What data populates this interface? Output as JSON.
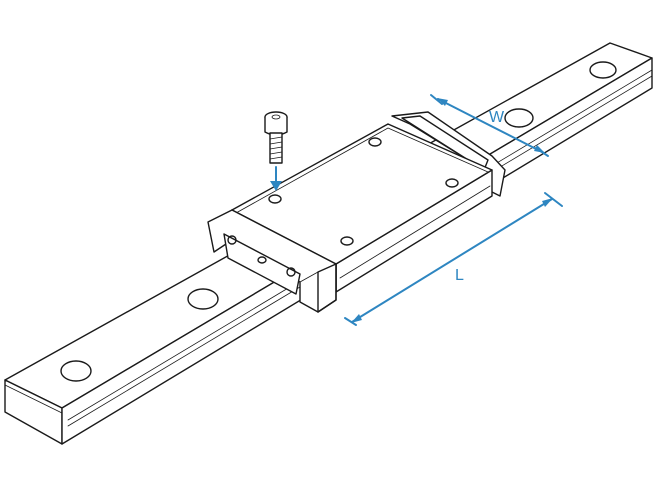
{
  "diagram": {
    "dimensions": [
      {
        "id": "width",
        "label": "W"
      },
      {
        "id": "length",
        "label": "L"
      }
    ],
    "colors": {
      "dimension": "#2e86c1",
      "outline": "#1a1a1a",
      "background": "#ffffff"
    }
  }
}
